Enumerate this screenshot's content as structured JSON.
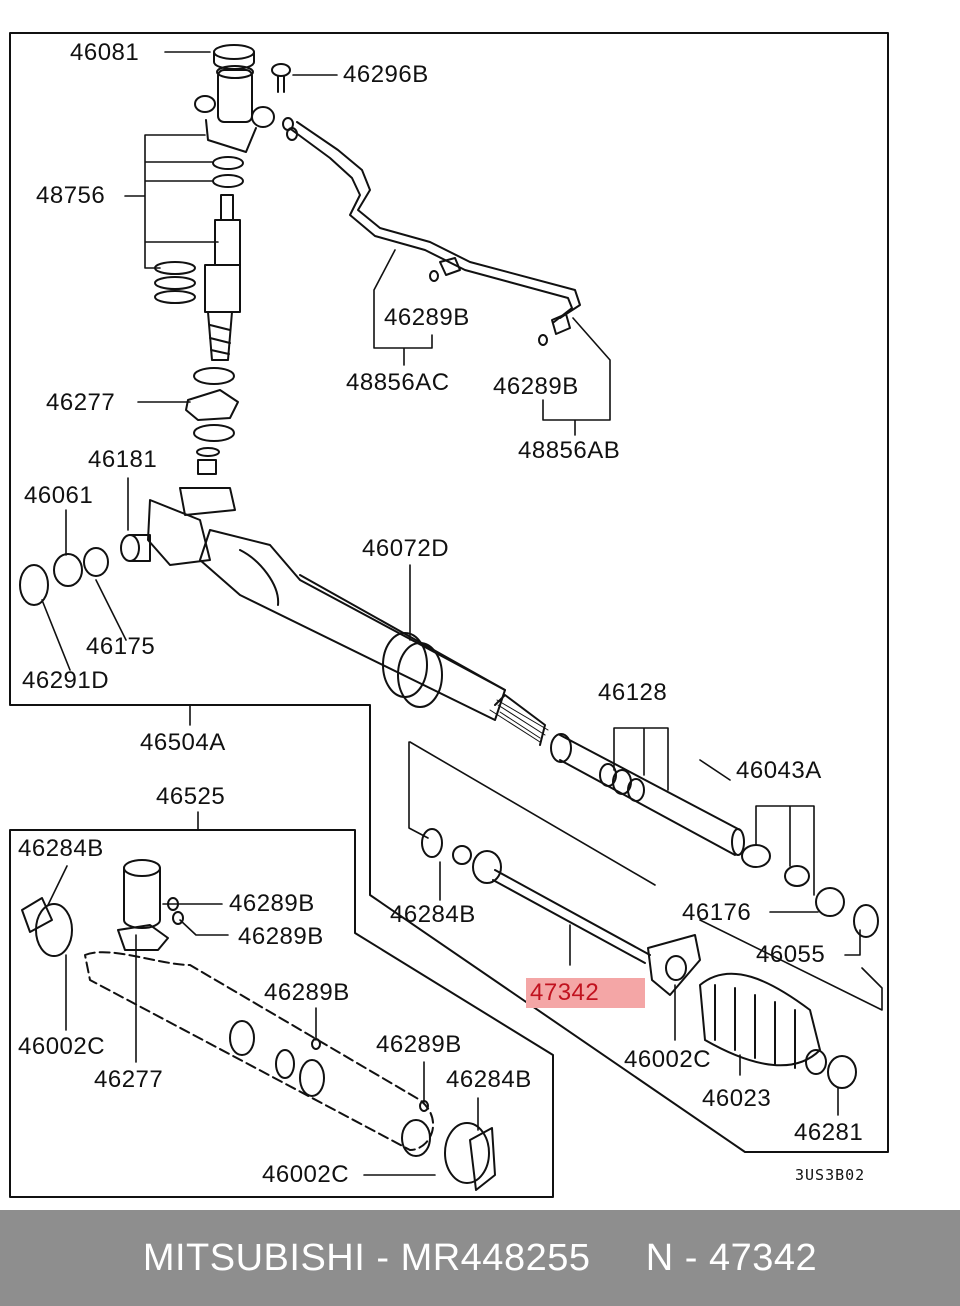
{
  "diagram": {
    "drawing_code": "3US3B02",
    "labels": {
      "p46081": "46081",
      "p46296B": "46296B",
      "p48756": "48756",
      "p48856AC": "48856AC",
      "p46289B_a": "46289B",
      "p46289B_b": "46289B",
      "p48856AB": "48856AB",
      "p46277_a": "46277",
      "p46181": "46181",
      "p46061": "46061",
      "p46072D": "46072D",
      "p46175": "46175",
      "p46291D": "46291D",
      "p46504A": "46504A",
      "p46128": "46128",
      "p46043A": "46043A",
      "p46525": "46525",
      "p46284B_a": "46284B",
      "p46289B_c": "46289B",
      "p46289B_d": "46289B",
      "p46284B_b": "46284B",
      "p46176": "46176",
      "p46055": "46055",
      "p47342": "47342",
      "p46289B_e": "46289B",
      "p46002C_a": "46002C",
      "p46289B_f": "46289B",
      "p46277_b": "46277",
      "p46284B_c": "46284B",
      "p46002C_b": "46002C",
      "p46023": "46023",
      "p46281": "46281",
      "p46002C_c": "46002C"
    },
    "highlight_color": "#f4a6a6",
    "highlight_text_color": "#c1121f"
  },
  "footer": {
    "text": "MITSUBISHI - MR448255     N - 47342",
    "background": "#8e8e8e"
  }
}
